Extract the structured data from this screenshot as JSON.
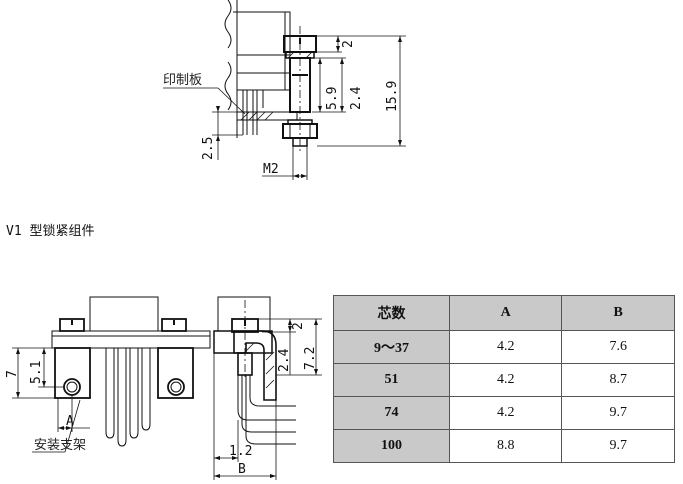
{
  "top_drawing": {
    "pcb_label": "印制板",
    "dims": {
      "d_2": "2",
      "d_2_4": "2.4",
      "d_5_9": "5.9",
      "d_15_9": "15.9",
      "d_2_5": "2.5",
      "thread": "M2"
    }
  },
  "caption": "V1 型锁紧组件",
  "bottom_drawing": {
    "bracket_label": "安装支架",
    "dims": {
      "d_7": "7",
      "d_5_1": "5.1",
      "d_A": "A",
      "d_2": "2",
      "d_7_2": "7.2",
      "d_2_4": "2.4",
      "d_1_2": "1.2",
      "d_B": "B"
    }
  },
  "table": {
    "headers": [
      "芯数",
      "A",
      "B"
    ],
    "rows": [
      [
        "9～37",
        "4.2",
        "7.6"
      ],
      [
        "51",
        "4.2",
        "8.7"
      ],
      [
        "74",
        "4.2",
        "9.7"
      ],
      [
        "100",
        "8.8",
        "9.7"
      ]
    ]
  }
}
